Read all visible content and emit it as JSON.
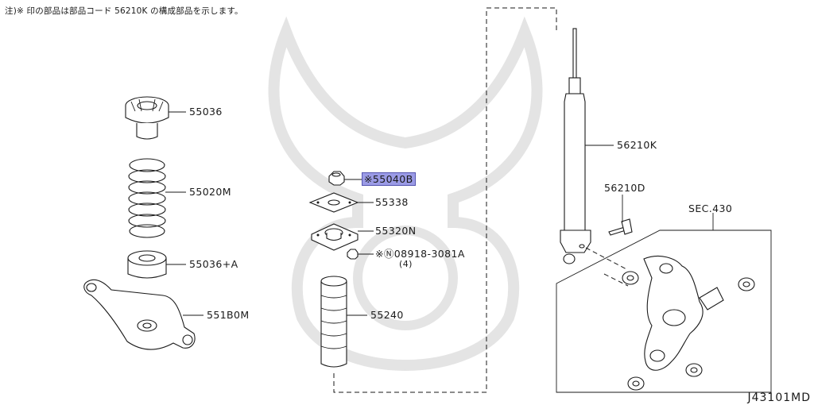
{
  "note": "注)※ 印の部品は部品コード 56210K の構成部品を示します。",
  "diagram_code": "J43101MD",
  "labels": {
    "p55036": "55036",
    "p55020M": "55020M",
    "p55036A": "55036+A",
    "p551B0M": "551B0M",
    "p55040B": "※55040B",
    "p55338": "55338",
    "p55320N": "55320N",
    "p08918": "※Ⓝ08918-3081A",
    "p08918qty": "(4)",
    "p55240": "55240",
    "p56210K": "56210K",
    "p56210D": "56210D",
    "sec430": "SEC.430"
  },
  "icons": {
    "watermark": "samurai-helmet-watermark"
  }
}
